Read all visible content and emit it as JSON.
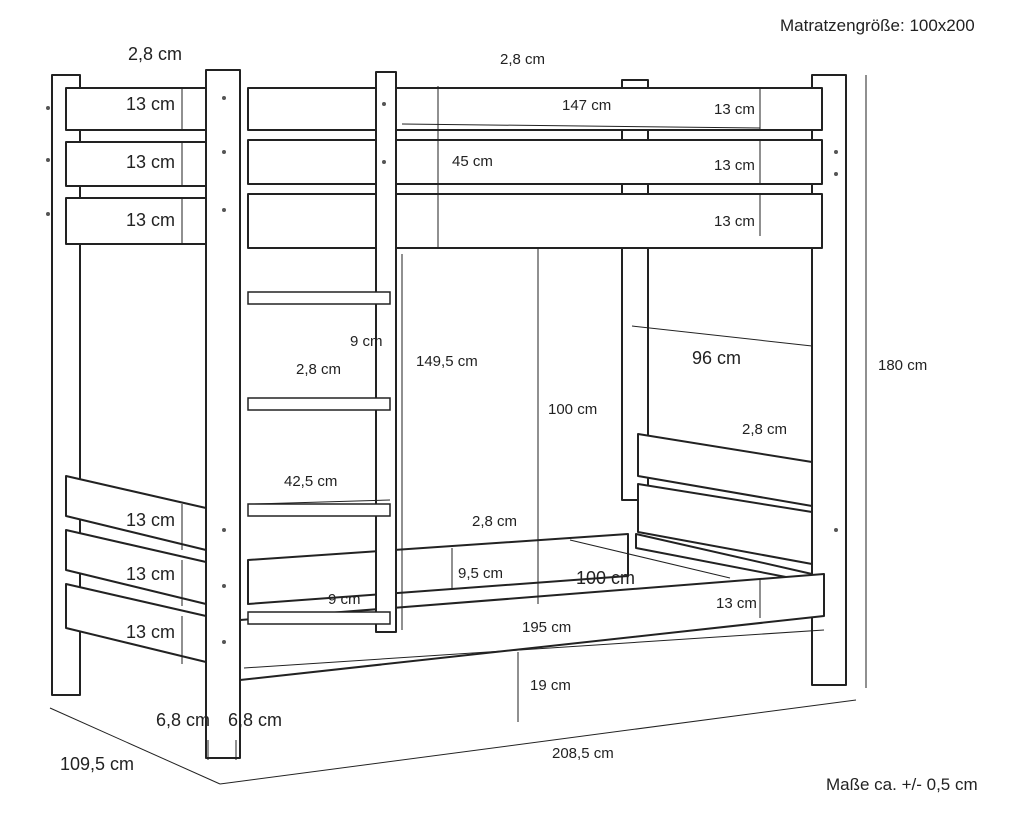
{
  "header": {
    "mattress_size": "Matratzengröße: 100x200"
  },
  "footer": {
    "tolerance": "Maße ca. +/- 0,5 cm"
  },
  "dimensions": {
    "post_thickness_top_left": "2,8 cm",
    "slat_thickness_top": "2,8 cm",
    "rail_length_inner": "147 cm",
    "guard_height": "45 cm",
    "board_height_left_1": "13 cm",
    "board_height_left_2": "13 cm",
    "board_height_left_3": "13 cm",
    "board_height_right_1": "13 cm",
    "board_height_right_2": "13 cm",
    "board_height_right_3": "13 cm",
    "ladder_rung_depth_top": "9 cm",
    "ladder_rung_thickness": "2,8 cm",
    "ladder_height": "149,5 cm",
    "ladder_width": "42,5 cm",
    "ladder_rung_depth_bottom": "9 cm",
    "upper_bed_height": "100 cm",
    "headboard_width": "96 cm",
    "total_height": "180 cm",
    "end_board_thickness": "2,8 cm",
    "side_board_left_1": "13 cm",
    "side_board_left_2": "13 cm",
    "side_board_left_3": "13 cm",
    "lower_slat_thickness": "2,8 cm",
    "lower_rail_height": "9,5 cm",
    "lower_width": "100 cm",
    "lower_side_board": "13 cm",
    "lower_length": "195 cm",
    "floor_clearance": "19 cm",
    "post_width_a": "6,8 cm",
    "post_width_b": "6,8 cm",
    "total_depth": "109,5 cm",
    "total_length": "208,5 cm"
  }
}
